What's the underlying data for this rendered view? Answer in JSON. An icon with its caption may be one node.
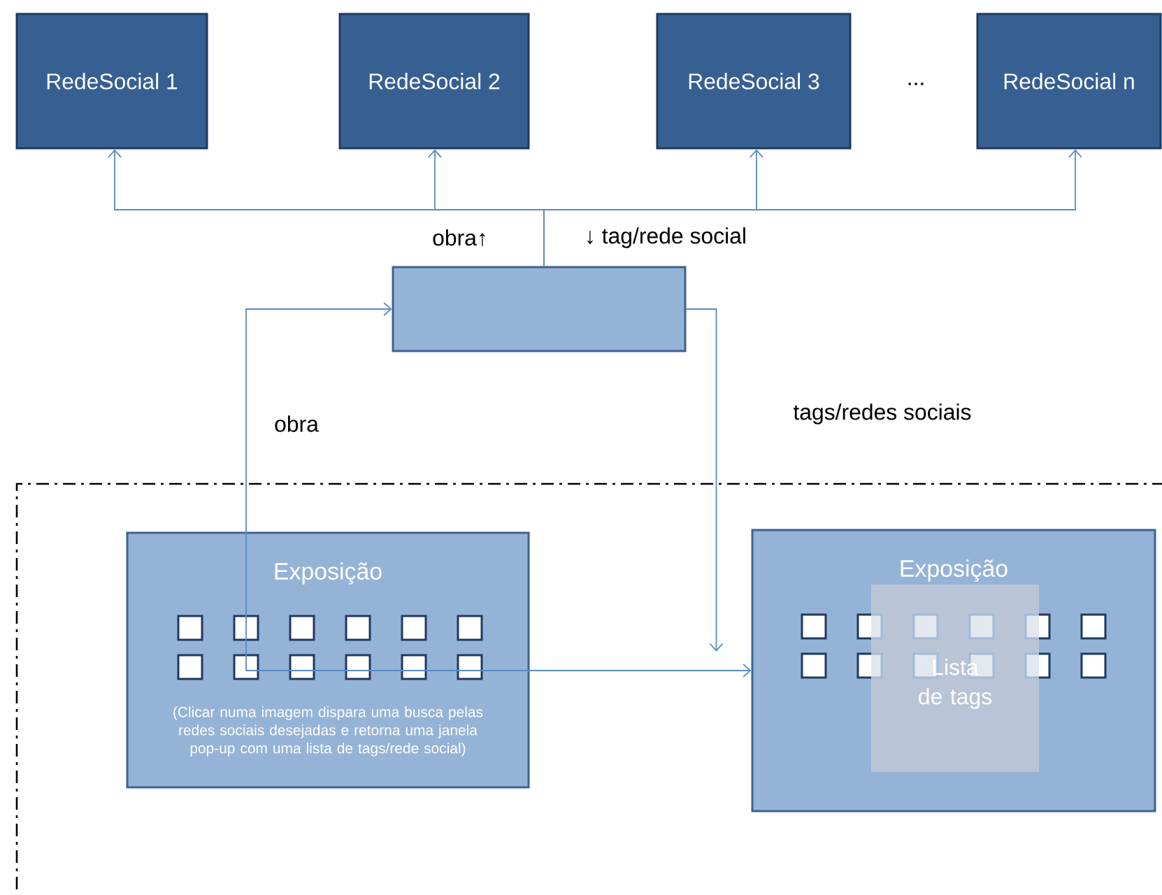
{
  "diagram": {
    "nodes": [
      {
        "text": [
          "RedeSocial 1"
        ]
      },
      {
        "text": [
          "RedeSocial 2"
        ]
      },
      {
        "text": [
          "RedeSocial 3"
        ]
      },
      {
        "text": [
          "RedeSocial n"
        ]
      },
      {
        "text": [],
        "shape": "box"
      },
      {
        "text": [],
        "shape": "box"
      },
      {
        "text": [
          "Exposição",
          "(Clicar numa imagem dispara uma busca pelas redes sociais desejadas e retorna uma janela pop-up com uma lista de tags/rede social)"
        ],
        "in": 5
      },
      {
        "text": [
          "Exposição"
        ],
        "in": 5
      },
      {
        "text": [
          "Lista de tags"
        ],
        "in": 7
      }
    ],
    "edges": [
      {
        "from": 4,
        "to": 0,
        "arrow": "to"
      },
      {
        "from": 4,
        "to": 1,
        "arrow": "to"
      },
      {
        "from": 4,
        "to": 2,
        "arrow": "to"
      },
      {
        "from": 4,
        "to": 3,
        "arrow": "to"
      },
      {
        "from": 6,
        "to": 4,
        "arrow": "to",
        "label": "obra"
      },
      {
        "from": 4,
        "to": 7,
        "arrow": "to",
        "label": "tags/redes sociais"
      },
      {
        "from": 6,
        "to": 7,
        "arrow": "to"
      }
    ],
    "labels": [
      "...",
      "obra↑",
      "↓ tag/rede social"
    ]
  }
}
